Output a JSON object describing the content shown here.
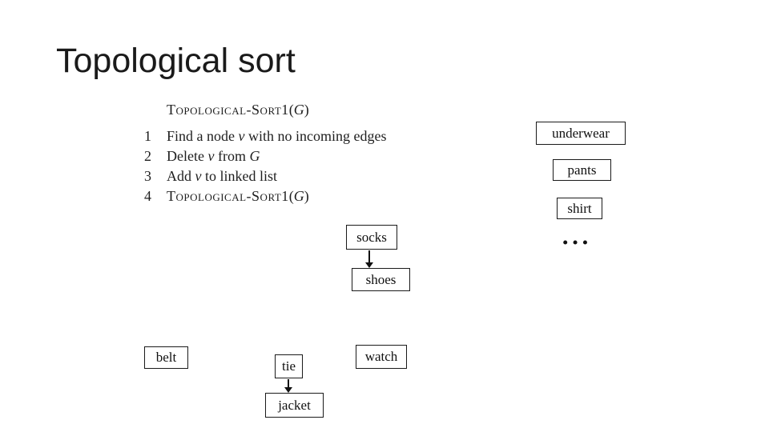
{
  "slide": {
    "title": "Topological sort",
    "background": "#ffffff",
    "title_color": "#1a1a1a"
  },
  "pseudocode": {
    "lines": [
      {
        "num": "",
        "segments": [
          {
            "text": "Topological-Sort1",
            "style": "sc"
          },
          {
            "text": "(",
            "style": "rm"
          },
          {
            "text": "G",
            "style": "it"
          },
          {
            "text": ")",
            "style": "rm"
          }
        ]
      },
      {
        "num": "1",
        "segments": [
          {
            "text": "Find a node ",
            "style": "rm"
          },
          {
            "text": "v",
            "style": "it"
          },
          {
            "text": " with no incoming edges",
            "style": "rm"
          }
        ]
      },
      {
        "num": "2",
        "segments": [
          {
            "text": "Delete ",
            "style": "rm"
          },
          {
            "text": "v",
            "style": "it"
          },
          {
            "text": " from ",
            "style": "rm"
          },
          {
            "text": "G",
            "style": "it"
          }
        ]
      },
      {
        "num": "3",
        "segments": [
          {
            "text": "Add ",
            "style": "rm"
          },
          {
            "text": "v",
            "style": "it"
          },
          {
            "text": " to linked list",
            "style": "rm"
          }
        ]
      },
      {
        "num": "4",
        "segments": [
          {
            "text": "Topological-Sort1",
            "style": "sc"
          },
          {
            "text": "(",
            "style": "rm"
          },
          {
            "text": "G",
            "style": "it"
          },
          {
            "text": ")",
            "style": "rm"
          }
        ]
      }
    ]
  },
  "graph": {
    "nodes": {
      "underwear": {
        "label": "underwear"
      },
      "pants": {
        "label": "pants"
      },
      "shirt": {
        "label": "shirt"
      },
      "socks": {
        "label": "socks"
      },
      "shoes": {
        "label": "shoes"
      },
      "belt": {
        "label": "belt"
      },
      "tie": {
        "label": "tie"
      },
      "watch": {
        "label": "watch"
      },
      "jacket": {
        "label": "jacket"
      }
    },
    "edges": [
      {
        "from": "socks",
        "to": "shoes"
      },
      {
        "from": "tie",
        "to": "jacket"
      }
    ],
    "ellipsis": "..."
  },
  "colors": {
    "box_border": "#1a1a1a",
    "arrow": "#111111",
    "text": "#111111"
  }
}
